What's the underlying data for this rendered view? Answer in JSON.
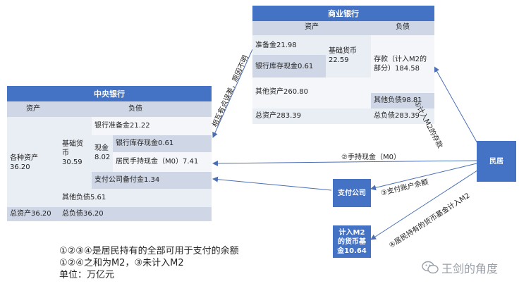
{
  "commercial_bank": {
    "title": "商业银行",
    "assets_header": "资产",
    "liab_header": "负债",
    "reserves": "准备金21.98",
    "base_money": "基础货币22.59",
    "vault_cash": "银行库存现金0.61",
    "other_assets": "其他资产260.80",
    "total_assets": "总资产283.39",
    "deposits": "存款（计入M2的部分）184.58",
    "other_liab": "其他负债98.81",
    "total_liab": "总负债283.39"
  },
  "central_bank": {
    "title": "中央银行",
    "assets_header": "资产",
    "liab_header": "负债",
    "assets": "各种资产36.20",
    "base_money": "基础货币30.59",
    "reserves": "银行准备金21.22",
    "cash": "现金8.02",
    "vault_cash": "银行库存现金0.61",
    "m0": "居民手持现金（M0）7.41",
    "payment_reserve": "支付公司备付金1.34",
    "other_liab": "其他负债5.61",
    "total_assets": "总资产36.20",
    "total_liab": "总负债36.20"
  },
  "boxes": {
    "residents": "民居",
    "payment_company": "支付公司",
    "fund": "计入M2的货币基金10.64"
  },
  "arrows": {
    "deposits": "①计入M2的存款",
    "cash": "②手持现金（M0）",
    "payment_balance": "③支付账户余额",
    "fund": "④居民持有的货币基金计入M2",
    "mutual": "相互有点误差，原因不明"
  },
  "notes": {
    "line1": "①②③④是居民持有的全部可用于支付的余额",
    "line2": "①②④之和为M2，③未计入M2",
    "line3": "单位：万亿元"
  },
  "watermark": "王剑的角度"
}
